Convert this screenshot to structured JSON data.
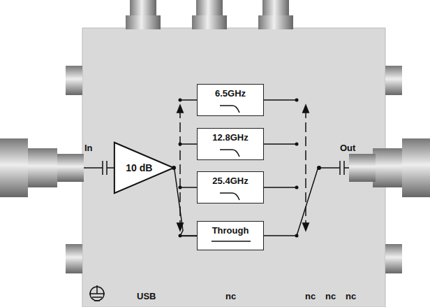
{
  "diagram": {
    "nodes": [
      {
        "text": [
          "10 dB"
        ]
      },
      {
        "text": [
          "6.5GHz"
        ]
      },
      {
        "text": [
          "12.8GHz"
        ]
      },
      {
        "text": [
          "25.4GHz"
        ]
      },
      {
        "text": [
          "Through"
        ]
      }
    ],
    "edges": [
      {
        "from": 0,
        "to": 4,
        "arrow": "none"
      }
    ],
    "labels": [
      "In",
      "Out",
      "USB",
      "nc",
      "nc",
      "nc",
      "nc"
    ]
  }
}
